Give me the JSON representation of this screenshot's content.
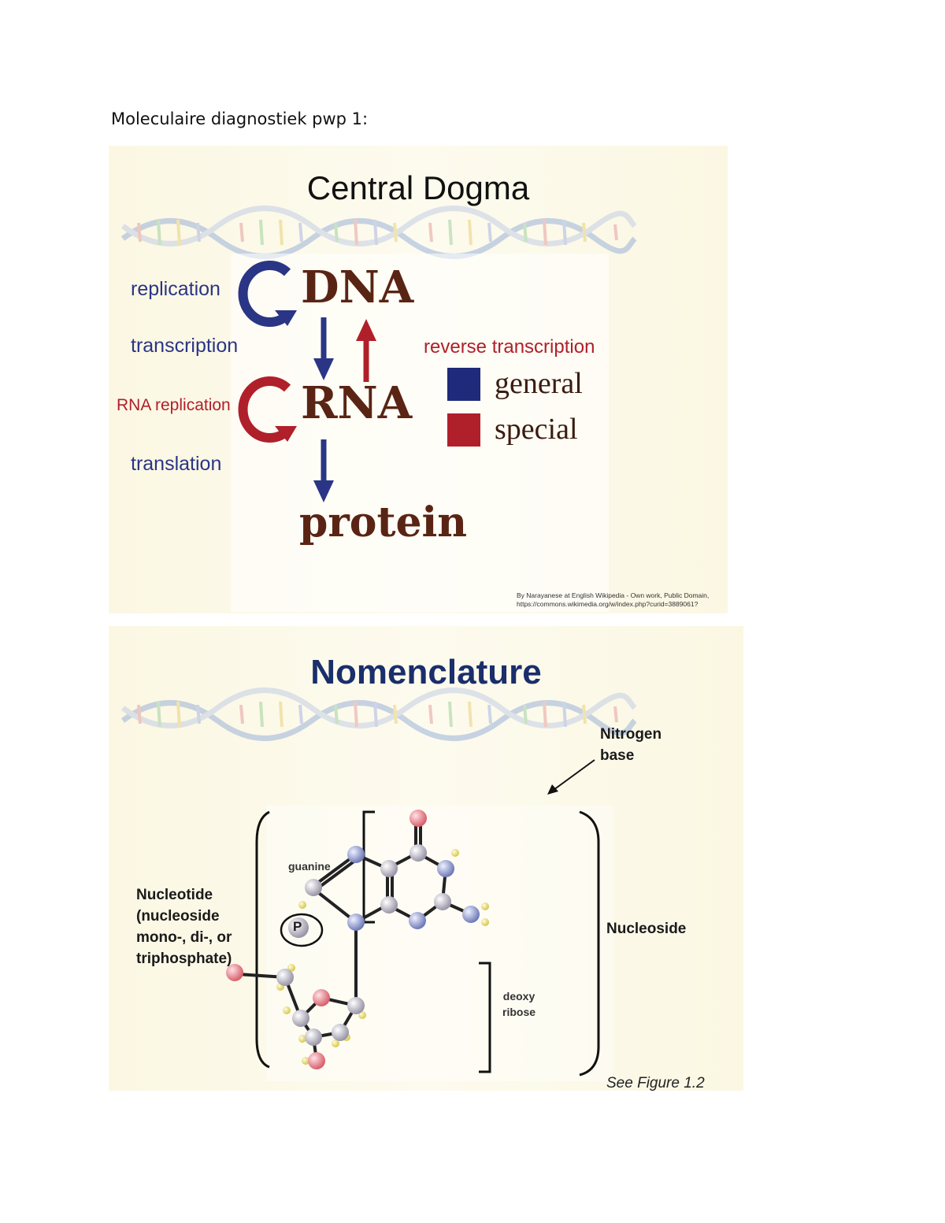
{
  "document": {
    "heading": "Moleculaire diagnostiek pwp 1:"
  },
  "slide1": {
    "title": "Central Dogma",
    "labels": {
      "replication": "replication",
      "transcription": "transcription",
      "rna_replication": "RNA replication",
      "translation": "translation",
      "reverse_transcription": "reverse transcription"
    },
    "molecules": {
      "dna": "DNA",
      "rna": "RNA",
      "protein": "protein"
    },
    "legend": [
      {
        "label": "general",
        "color": "#1f2a7a"
      },
      {
        "label": "special",
        "color": "#b0202a"
      }
    ],
    "credit_line1": "By Narayanese at English Wikipedia - Own work, Public Domain,",
    "credit_line2": "https://commons.wikimedia.org/w/index.php?curid=3889061?"
  },
  "slide2": {
    "title": "Nomenclature",
    "nitrogen_base": [
      "Nitrogen",
      "base"
    ],
    "guanine": "guanine",
    "nucleotide": [
      "Nucleotide",
      "(nucleoside",
      "mono-, di-, or",
      "triphosphate)"
    ],
    "phosphate_symbol": "P",
    "nucleoside": "Nucleoside",
    "deoxy_ribose": [
      "deoxy",
      "ribose"
    ],
    "see_figure": "See Figure 1.2"
  },
  "colors": {
    "blue_arrow": "#2a3585",
    "red_arrow": "#b0202a",
    "molecule_text": "#5a2414",
    "title_blue": "#1a2e6b"
  }
}
